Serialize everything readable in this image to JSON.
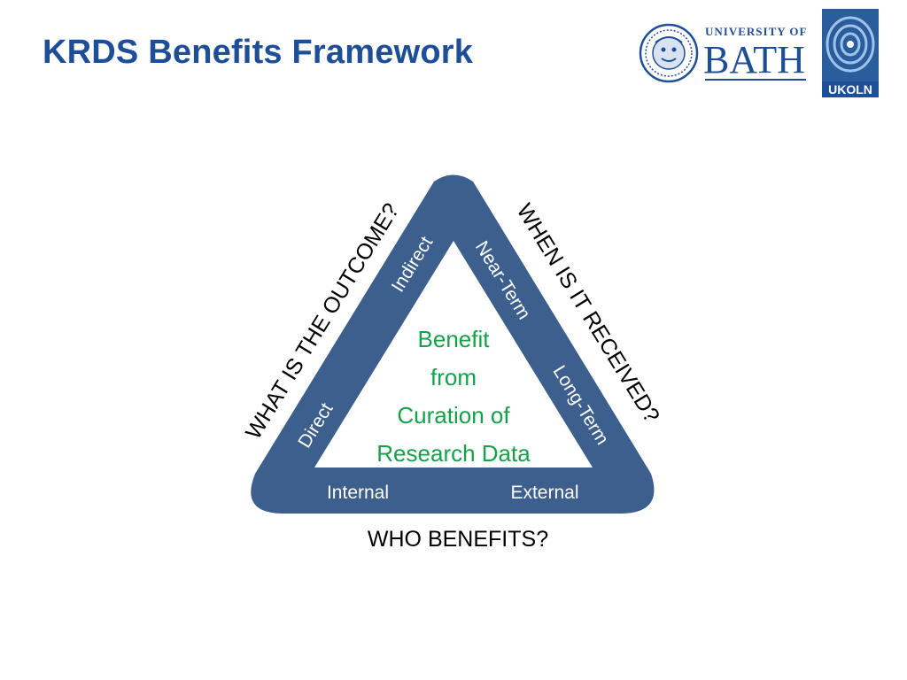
{
  "title": "KRDS Benefits Framework",
  "logos": {
    "bath_line1": "UNIVERSITY OF",
    "bath_line2": "BATH",
    "ukoln": "UKOLN"
  },
  "diagram": {
    "left_question": "WHAT IS THE OUTCOME?",
    "right_question": "WHEN IS IT RECEIVED?",
    "bottom_question": "WHO BENEFITS?",
    "left_band": {
      "top": "Indirect",
      "bottom": "Direct"
    },
    "right_band": {
      "top": "Near-Term",
      "bottom": "Long-Term"
    },
    "bottom_band": {
      "left": "Internal",
      "right": "External"
    },
    "center_lines": [
      "Benefit",
      "from",
      "Curation of",
      "Research Data"
    ]
  },
  "colors": {
    "title": "#1f4e99",
    "triangle": "#3c5f8e",
    "center_text": "#15a14a"
  }
}
